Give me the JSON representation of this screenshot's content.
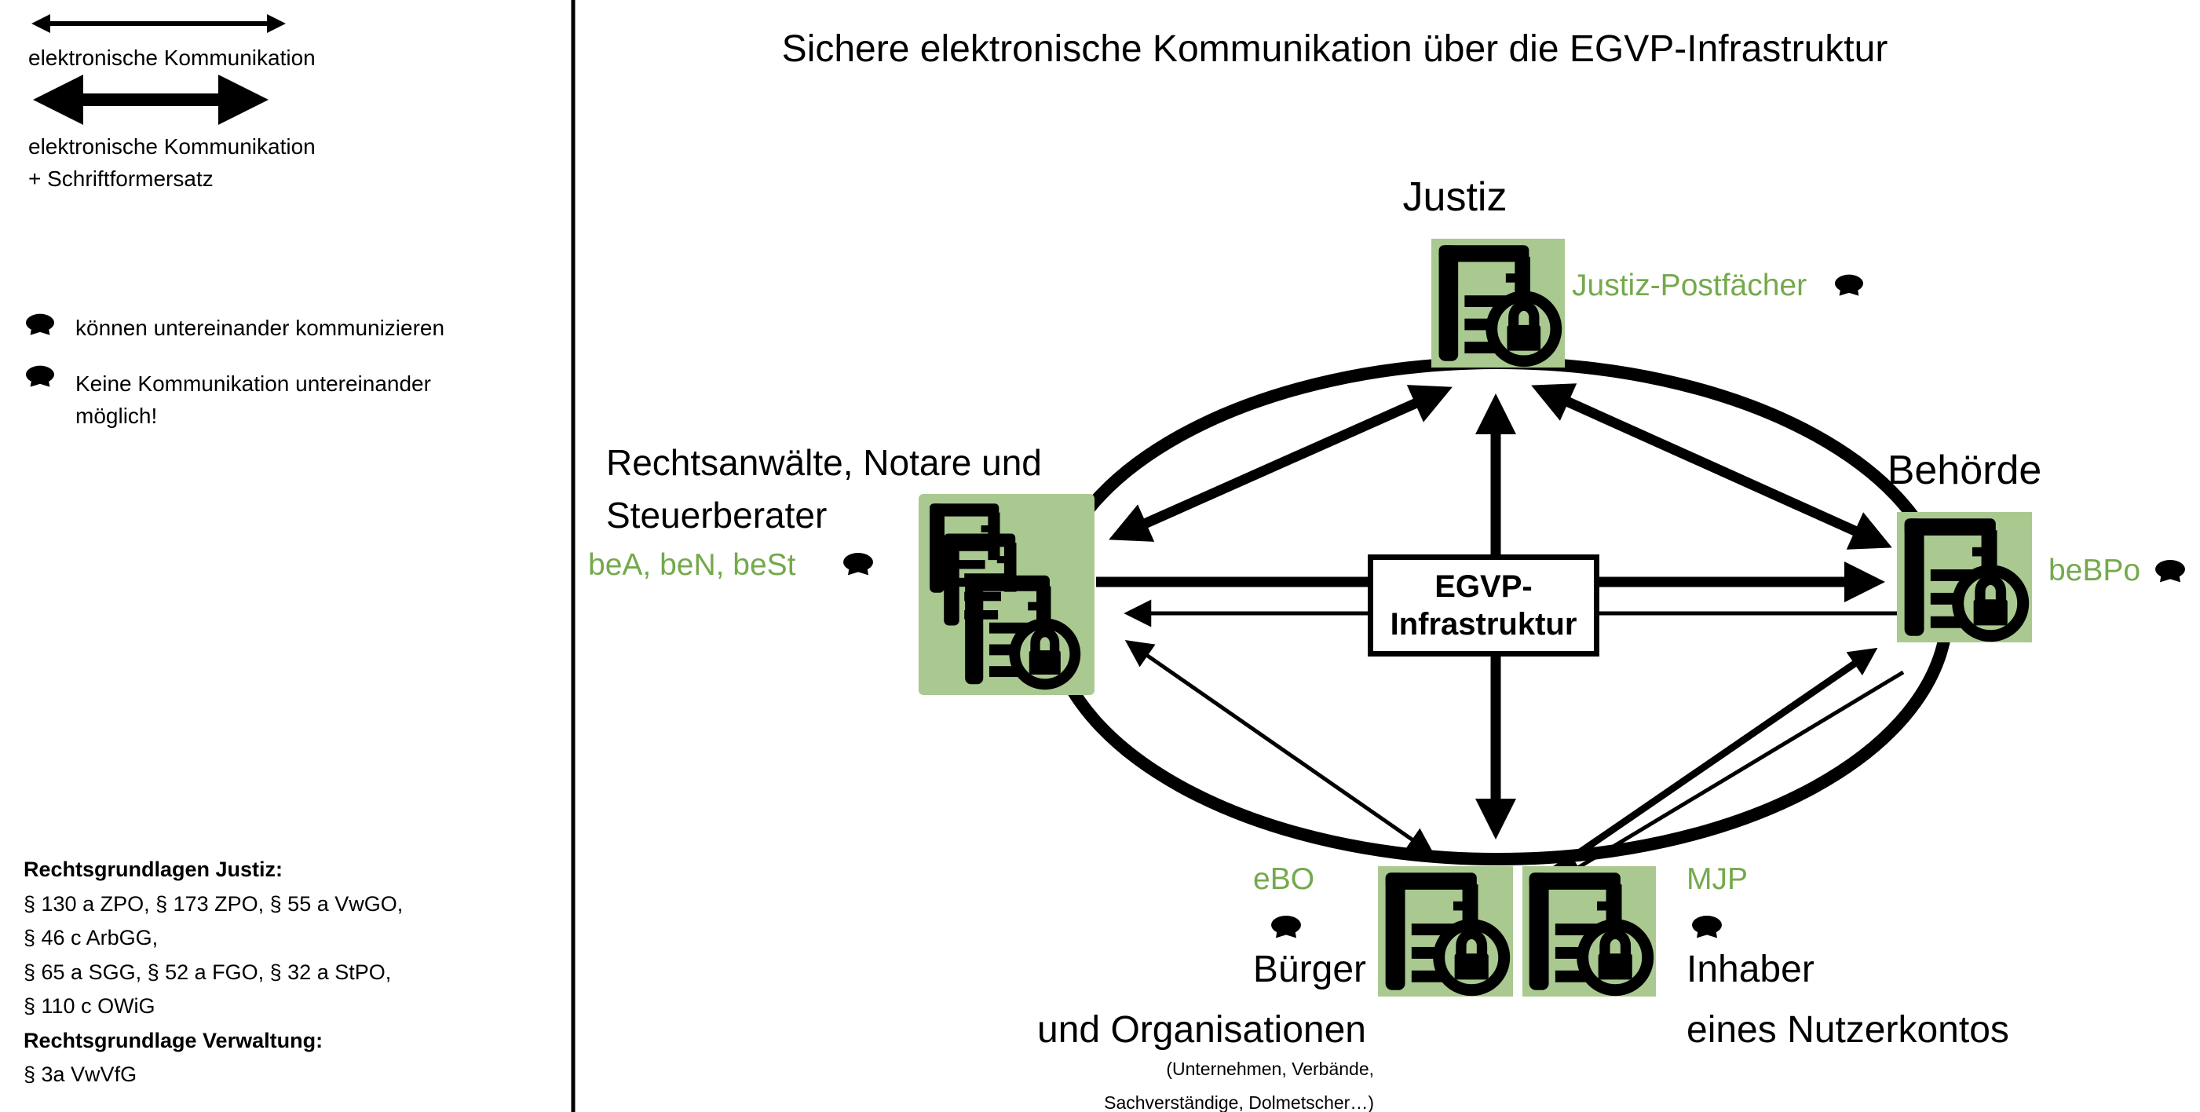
{
  "theme": {
    "green_bg": "#a9c990",
    "green_text": "#74a94c",
    "sync_green": "#6fa34a",
    "sync_orange": "#c8702f",
    "line": "#000000"
  },
  "legend": {
    "thin_arrow_label": "elektronische Kommunikation",
    "thick_arrow_label_line1": "elektronische Kommunikation",
    "thick_arrow_label_line2": "+ Schriftformersatz",
    "green_sync_label": "können untereinander kommunizieren",
    "orange_sync_label_line1": "Keine Kommunikation untereinander",
    "orange_sync_label_line2": "möglich!"
  },
  "legal": {
    "lines": [
      "Rechtsgrundlagen Justiz:",
      "§ 130 a ZPO, § 173 ZPO, § 55 a VwGO,",
      "§ 46 c ArbGG,",
      "§ 65 a SGG, § 52 a FGO, § 32 a StPO,",
      "§ 110 c OWiG",
      "Rechtsgrundlage Verwaltung:",
      "§ 3a VwVfG"
    ]
  },
  "diagram": {
    "title": "Sichere elektronische Kommunikation über die  EGVP-Infrastruktur",
    "center_box": {
      "line1": "EGVP-",
      "line2": "Infrastruktur"
    },
    "nodes": {
      "justiz": {
        "label": "Justiz",
        "mailbox_label": "Justiz-Postfächer"
      },
      "lawyers": {
        "label_line1": "Rechtsanwälte, Notare und",
        "label_line2": "Steuerberater",
        "mailbox_label": "beA, beN, beSt"
      },
      "behoerde": {
        "label": "Behörde",
        "mailbox_label": "beBPo"
      },
      "buerger": {
        "mailbox_label": "eBO",
        "label_line1": "Bürger",
        "label_line2": "und Organisationen",
        "sub_line1": "(Unternehmen, Verbände,",
        "sub_line2": "Sachverständige, Dolmetscher…)"
      },
      "nutzerkonto": {
        "mailbox_label": "MJP",
        "label_line1": "Inhaber",
        "label_line2": "eines Nutzerkontos"
      }
    }
  }
}
